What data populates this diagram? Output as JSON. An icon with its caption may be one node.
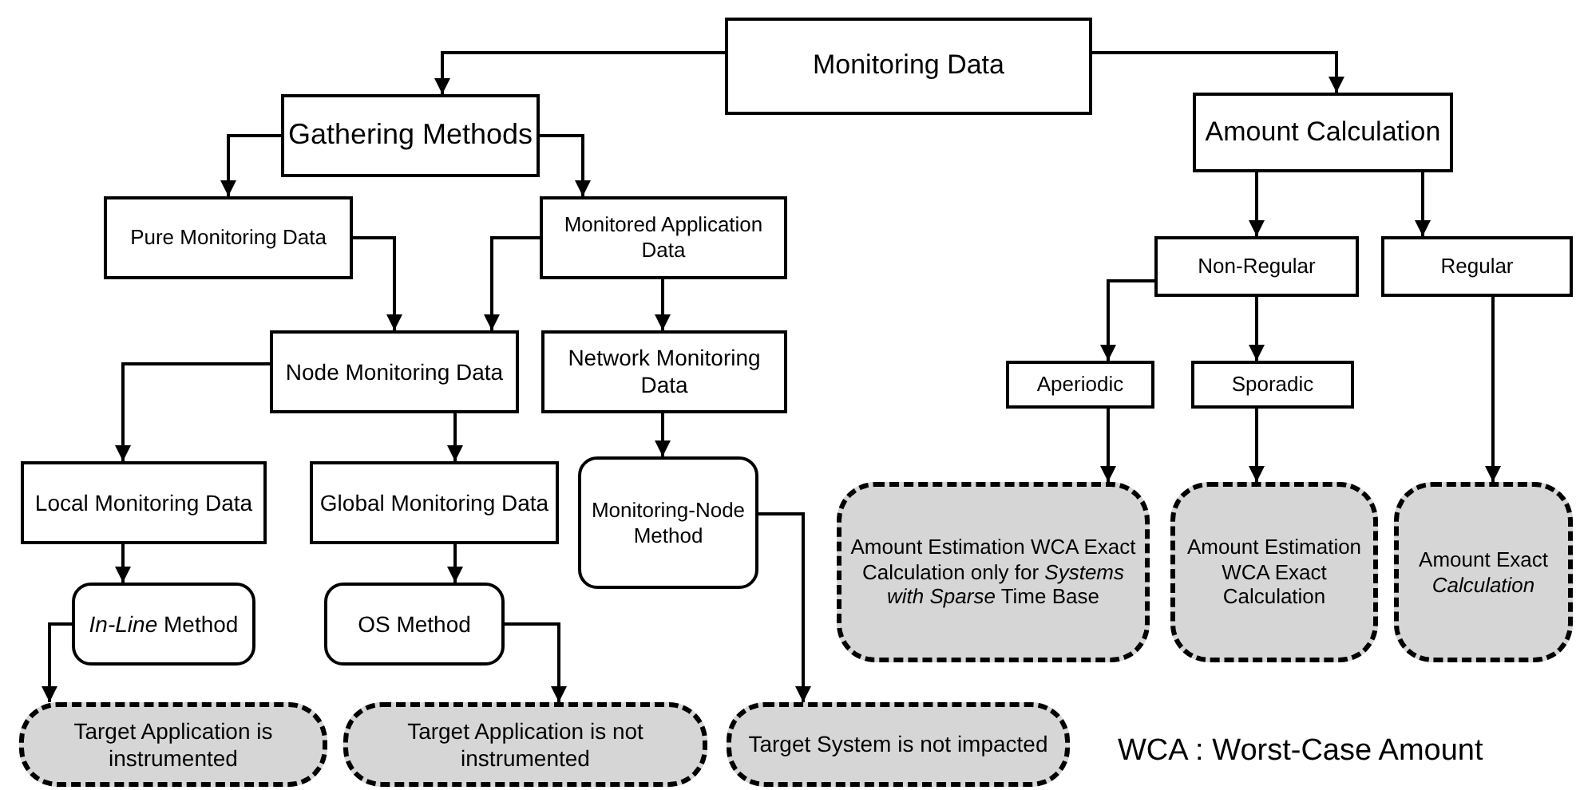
{
  "diagram": {
    "nodes": [
      {
        "text": [
          "Monitoring Data"
        ]
      },
      {
        "text": [
          "Gathering Methods"
        ]
      },
      {
        "text": [
          "Amount Calculation"
        ]
      },
      {
        "text": [
          "Pure Monitoring Data"
        ]
      },
      {
        "text": [
          "Monitored Application Data"
        ]
      },
      {
        "text": [
          "Node Monitoring Data"
        ]
      },
      {
        "text": [
          "Network Monitoring Data"
        ]
      },
      {
        "text": [
          "Non-Regular"
        ]
      },
      {
        "text": [
          "Regular"
        ]
      },
      {
        "text": [
          "Local Monitoring Data"
        ]
      },
      {
        "text": [
          "Global Monitoring Data"
        ]
      },
      {
        "text": [
          "Monitoring-Node Method"
        ]
      },
      {
        "text": [
          "Aperiodic"
        ]
      },
      {
        "text": [
          "Sporadic"
        ]
      },
      {
        "text": [
          "*In-Line* Method"
        ]
      },
      {
        "text": [
          "OS Method"
        ]
      },
      {
        "text": [
          "Amount Estimation WCA Exact Calculation only for *Systems with Sparse* Time Base"
        ]
      },
      {
        "text": [
          "Amount Estimation WCA Exact Calculation"
        ]
      },
      {
        "text": [
          "Amount Exact *Calculation*"
        ]
      },
      {
        "text": [
          "Target Application is instrumented"
        ]
      },
      {
        "text": [
          "Target Application is not instrumented"
        ]
      },
      {
        "text": [
          "Target System is not impacted"
        ]
      }
    ],
    "edges": [
      {
        "from": 0,
        "to": 1,
        "arrow": "to"
      },
      {
        "from": 0,
        "to": 2,
        "arrow": "to"
      },
      {
        "from": 1,
        "to": 3,
        "arrow": "to"
      },
      {
        "from": 1,
        "to": 4,
        "arrow": "to"
      },
      {
        "from": 3,
        "to": 5,
        "arrow": "to"
      },
      {
        "from": 4,
        "to": 5,
        "arrow": "to"
      },
      {
        "from": 4,
        "to": 6,
        "arrow": "to"
      },
      {
        "from": 2,
        "to": 7,
        "arrow": "to"
      },
      {
        "from": 2,
        "to": 8,
        "arrow": "to"
      },
      {
        "from": 5,
        "to": 9,
        "arrow": "to"
      },
      {
        "from": 5,
        "to": 10,
        "arrow": "to"
      },
      {
        "from": 6,
        "to": 11,
        "arrow": "to"
      },
      {
        "from": 7,
        "to": 12,
        "arrow": "to"
      },
      {
        "from": 7,
        "to": 13,
        "arrow": "to"
      },
      {
        "from": 8,
        "to": 18,
        "arrow": "to"
      },
      {
        "from": 9,
        "to": 14,
        "arrow": "to"
      },
      {
        "from": 10,
        "to": 15,
        "arrow": "to"
      },
      {
        "from": 12,
        "to": 16,
        "arrow": "to"
      },
      {
        "from": 13,
        "to": 17,
        "arrow": "to"
      },
      {
        "from": 14,
        "to": 19,
        "arrow": "to"
      },
      {
        "from": 15,
        "to": 20,
        "arrow": "to"
      },
      {
        "from": 11,
        "to": 21,
        "arrow": "to"
      }
    ],
    "labels": [
      "WCA : Worst-Case Amount"
    ]
  }
}
